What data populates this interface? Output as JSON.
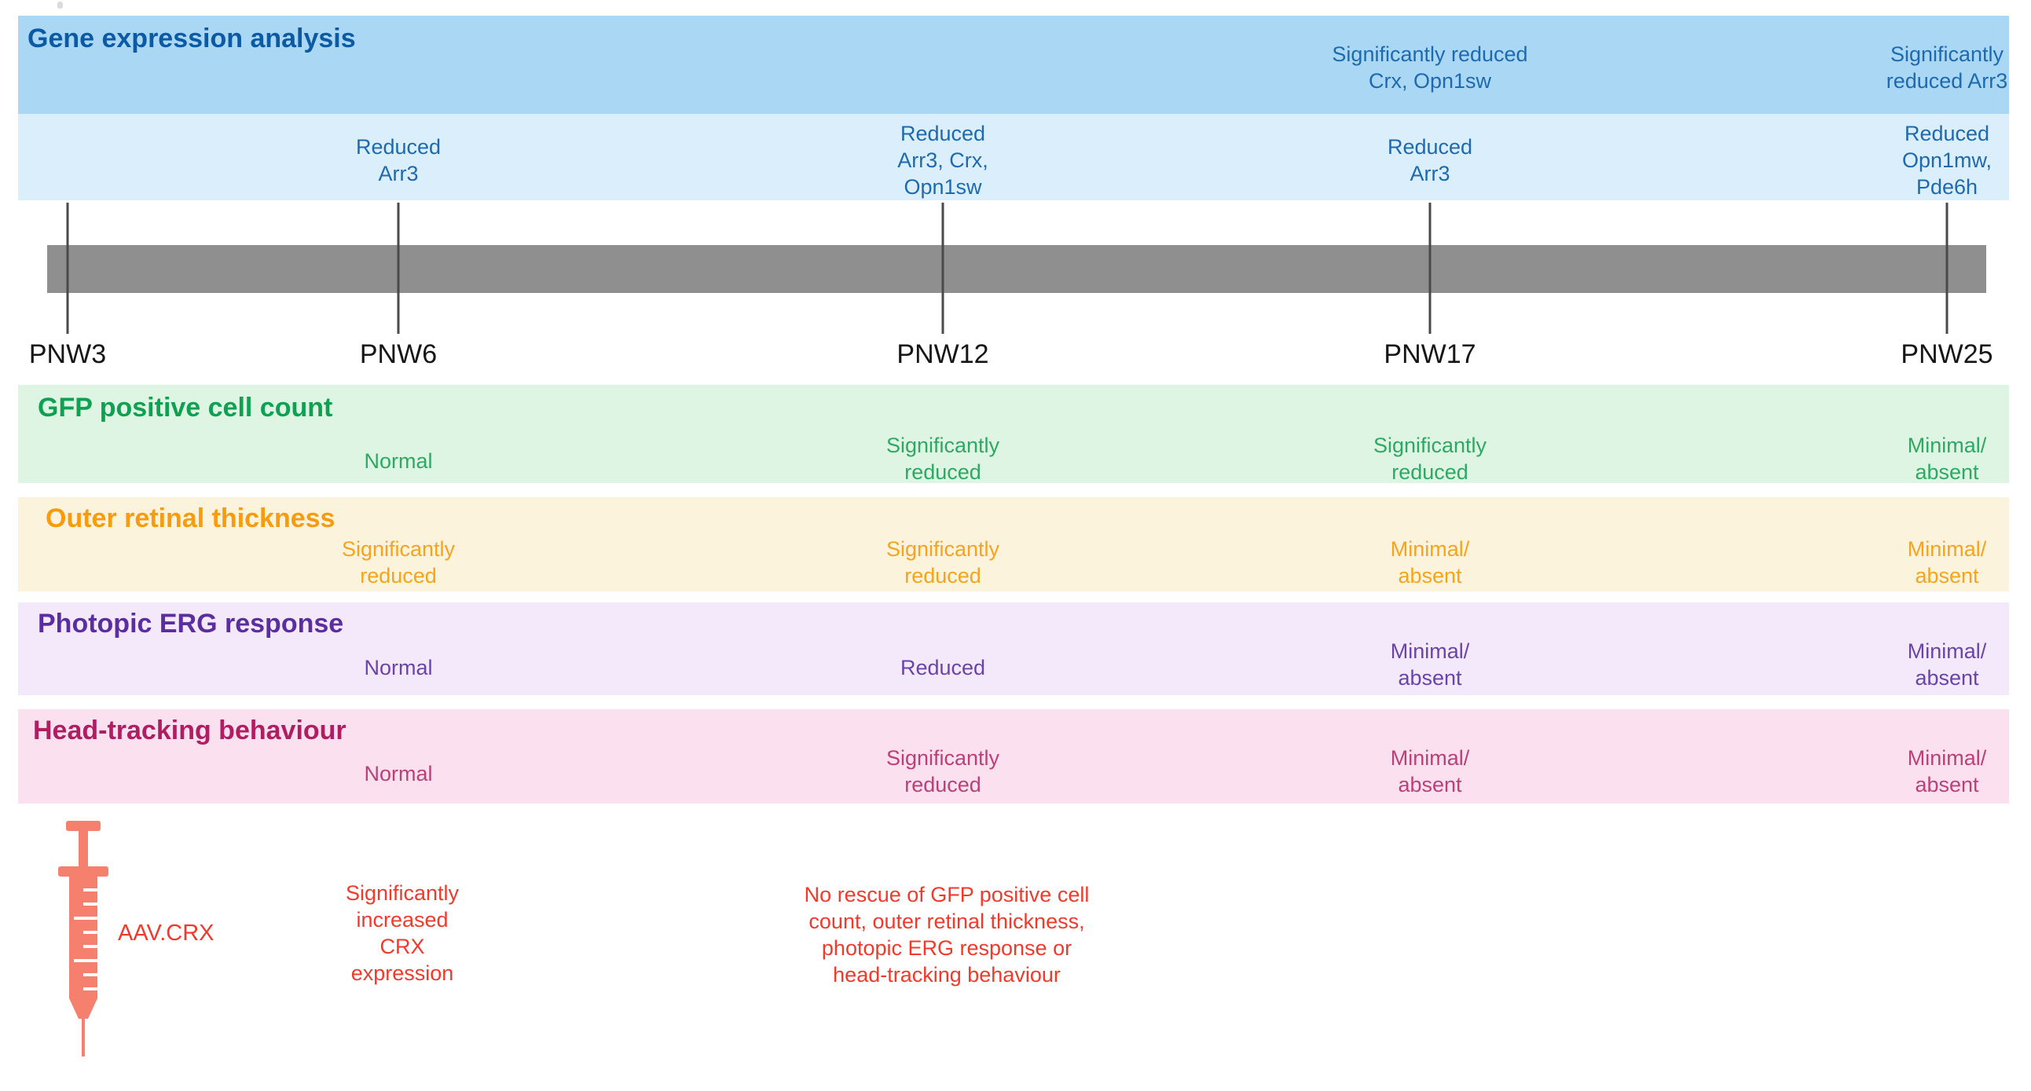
{
  "palette": {
    "band_blue_dark": "#A9D7F4",
    "band_blue_light": "#DBEEFB",
    "band_green": "#DFF5E3",
    "band_orange": "#FCF3DC",
    "band_purple": "#F3E9FB",
    "band_pink": "#FBE1F0",
    "timeline_bar_gray": "#8F8F8F",
    "tick_gray": "#4A4A4A",
    "blue_header": "#0C59A4",
    "blue_text": "#1E6AB0",
    "green_header": "#0FA052",
    "green_text": "#2FA863",
    "orange_header": "#F89B0F",
    "orange_text": "#F6A41E",
    "purple_header": "#5B2EA0",
    "purple_text": "#6A44A8",
    "pink_header": "#B01E62",
    "pink_text": "#BC4077",
    "red_text": "#F2392B",
    "syringe_coral": "#F5806E"
  },
  "gene_expression": {
    "title": "Gene expression analysis",
    "significant": {
      "pnw17": "Significantly reduced\nCrx, Opn1sw",
      "pnw25": "Significantly\nreduced Arr3"
    },
    "reduced": {
      "pnw6": "Reduced\nArr3",
      "pnw12": "Reduced\nArr3, Crx,\nOpn1sw",
      "pnw17": "Reduced\nArr3",
      "pnw25": "Reduced\nOpn1mw,\nPde6h"
    }
  },
  "timeline": {
    "pnw3": "PNW3",
    "pnw6": "PNW6",
    "pnw12": "PNW12",
    "pnw17": "PNW17",
    "pnw25": "PNW25"
  },
  "gfp": {
    "title": "GFP positive cell count",
    "pnw6": "Normal",
    "pnw12": "Significantly\nreduced",
    "pnw17": "Significantly\nreduced",
    "pnw25": "Minimal/\nabsent"
  },
  "outer_retinal": {
    "title": "Outer retinal thickness",
    "pnw6": "Significantly\nreduced",
    "pnw12": "Significantly\nreduced",
    "pnw17": "Minimal/\nabsent",
    "pnw25": "Minimal/\nabsent"
  },
  "photopic_erg": {
    "title": "Photopic ERG response",
    "pnw6": "Normal",
    "pnw12": "Reduced",
    "pnw17": "Minimal/\nabsent",
    "pnw25": "Minimal/\nabsent"
  },
  "head_tracking": {
    "title": "Head-tracking behaviour",
    "pnw6": "Normal",
    "pnw12": "Significantly\nreduced",
    "pnw17": "Minimal/\nabsent",
    "pnw25": "Minimal/\nabsent"
  },
  "injection": {
    "label": "AAV.CRX",
    "icon": "syringe-icon",
    "note_pnw6": "Significantly\nincreased\nCRX\nexpression",
    "note_pnw12": "No rescue of GFP positive cell\ncount, outer retinal thickness,\nphotopic ERG response or\nhead-tracking behaviour"
  }
}
